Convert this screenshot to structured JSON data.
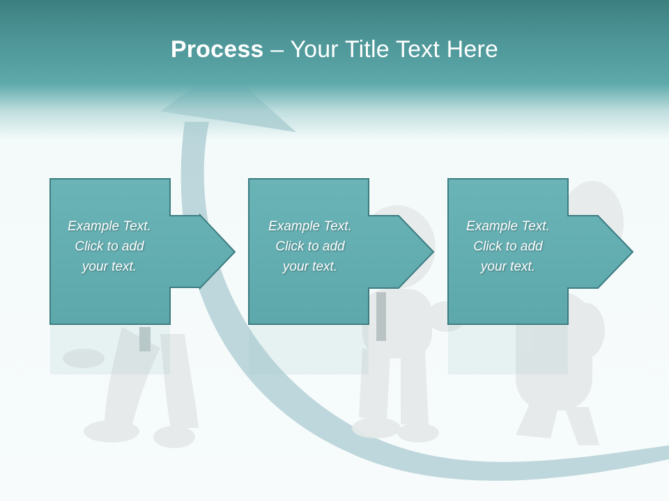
{
  "title": {
    "strong": "Process",
    "rest": " – Your Title Text Here"
  },
  "steps": [
    {
      "line1": "Example Text.",
      "line2": "Click  to add",
      "line3": "your text."
    },
    {
      "line1": "Example Text.",
      "line2": "Click  to add",
      "line3": "your text."
    },
    {
      "line1": "Example Text.",
      "line2": "Click  to add",
      "line3": "your text."
    }
  ],
  "colors": {
    "header": "#4e9698",
    "box_fill": "#63aeb2",
    "box_stroke": "#3c7c80",
    "text": "#ffffff"
  }
}
